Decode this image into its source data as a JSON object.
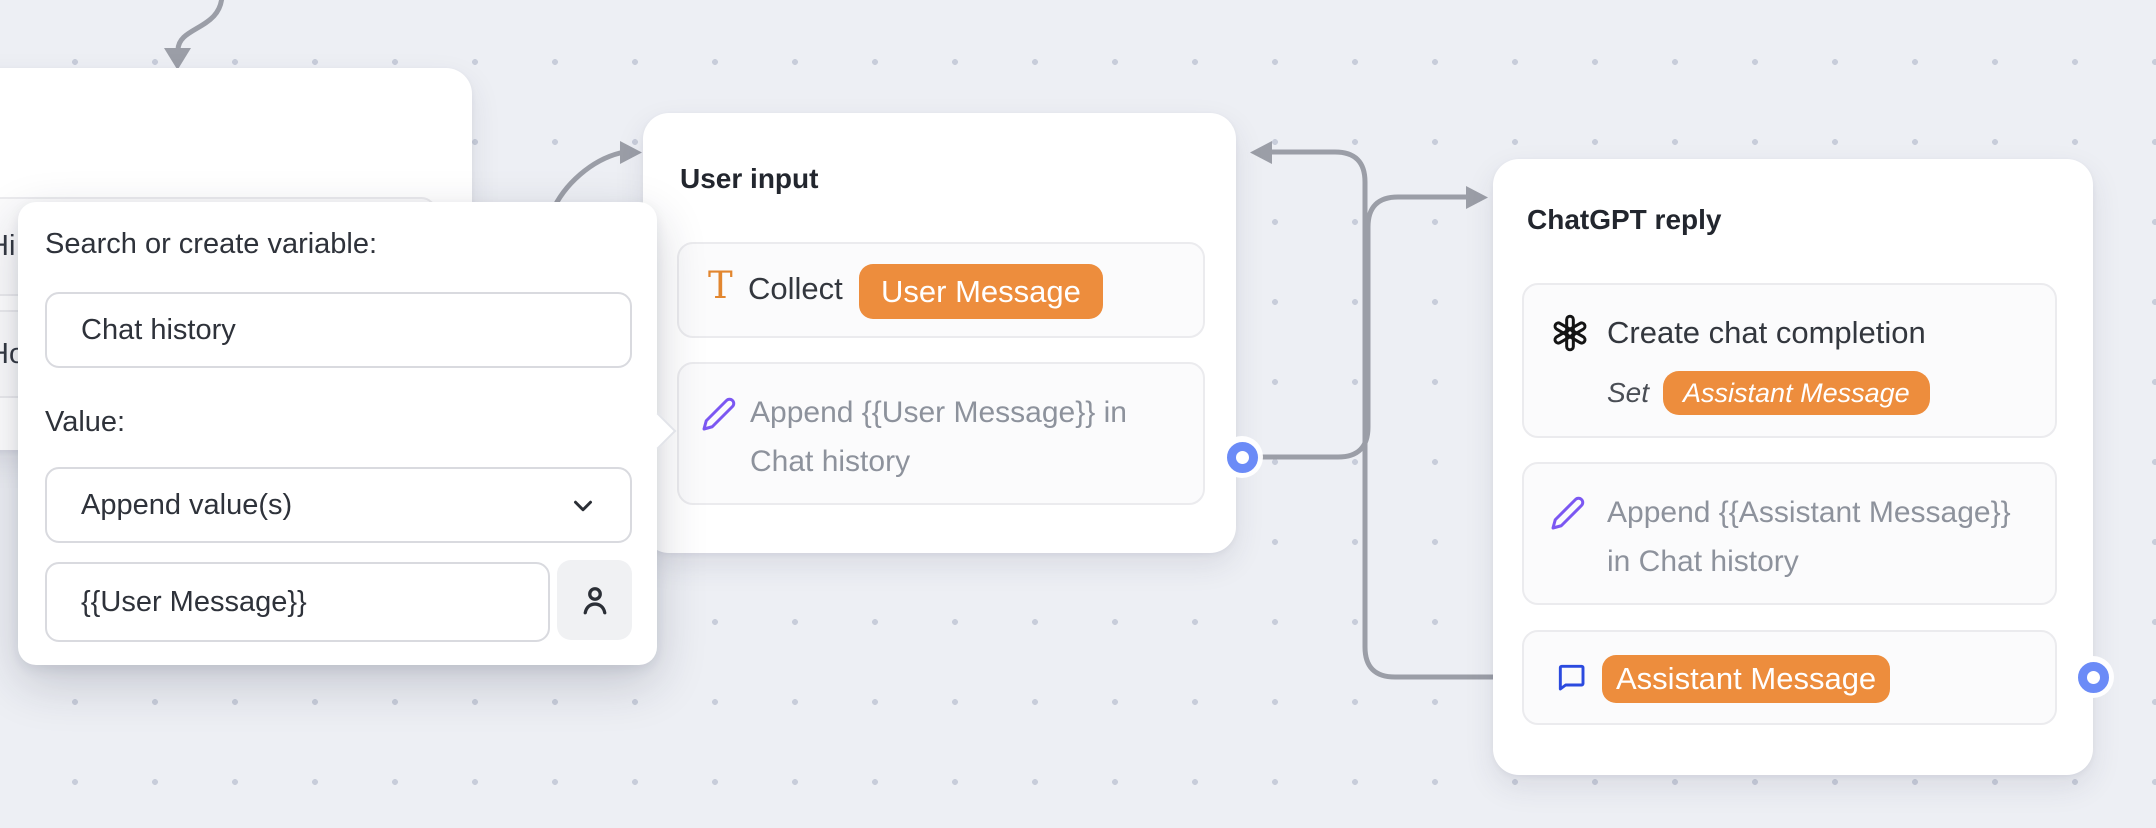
{
  "canvas": {
    "background": "#edeff4",
    "grid_dot_color": "#c8cdda"
  },
  "colors": {
    "badge_orange": "#ED8D3D",
    "port_blue": "#6b8bf7",
    "edge_gray": "#9b9ea7",
    "pencil_purple": "#7b57f2",
    "bubble_blue": "#2b4adf",
    "t_orange": "#e2862f"
  },
  "start_node": {
    "rows": [
      {
        "text_fragment": "Hi"
      },
      {
        "text_fragment": "Ho"
      }
    ]
  },
  "popup": {
    "variable_label": "Search or create variable:",
    "variable_value": "Chat history",
    "value_label": "Value:",
    "operation_selected": "Append value(s)",
    "value_input": "{{User Message}}",
    "chevron_icon": "chevron-down",
    "person_icon": "person"
  },
  "user_input_node": {
    "title": "User input",
    "collect_row": {
      "icon": "text-T",
      "label": "Collect",
      "badge": "User Message"
    },
    "append_row": {
      "icon": "pencil",
      "text": "Append {{User Message}} in Chat history"
    }
  },
  "chatgpt_node": {
    "title": "ChatGPT reply",
    "completion_row": {
      "icon": "openai",
      "label": "Create chat completion",
      "set_label": "Set",
      "badge": "Assistant Message"
    },
    "append_row": {
      "icon": "pencil",
      "text": "Append {{Assistant Message}} in Chat history"
    },
    "message_row": {
      "icon": "chat-bubble",
      "badge": "Assistant Message"
    }
  }
}
